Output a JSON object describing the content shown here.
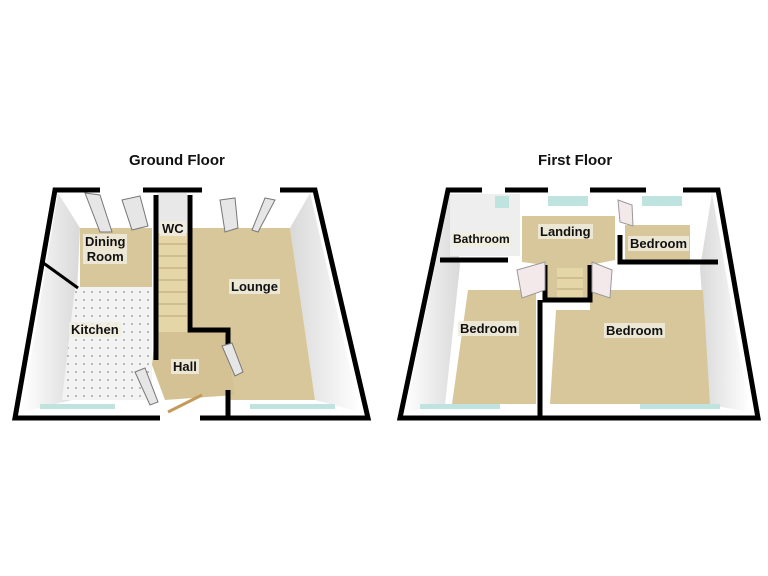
{
  "ground_floor": {
    "title": "Ground Floor",
    "rooms": {
      "dining": "Dining\nRoom",
      "dining_line1": "Dining",
      "dining_line2": "Room",
      "wc": "WC",
      "lounge": "Lounge",
      "kitchen": "Kitchen",
      "hall": "Hall"
    }
  },
  "first_floor": {
    "title": "First Floor",
    "rooms": {
      "bathroom": "Bathroom",
      "landing": "Landing",
      "bedroom_small": "Bedroom",
      "bedroom_left": "Bedroom",
      "bedroom_right": "Bedroom"
    }
  },
  "colors": {
    "carpet": "#d8c79a",
    "wall": "#000000",
    "wall_face": "#f4f4f4",
    "tile": "#f2f2f2",
    "window": "#bfe3df",
    "stairs": "#e5d6a8"
  }
}
